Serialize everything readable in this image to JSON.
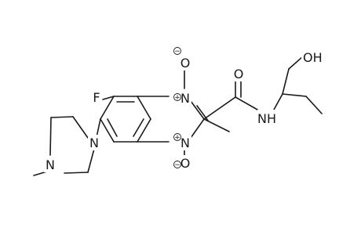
{
  "molecule": {
    "atoms": {
      "F": "F",
      "N1": "N",
      "N4": "N",
      "O_top": "O",
      "O_bot": "O",
      "O_amide": "O",
      "N_amide": "N",
      "H_amide": "H",
      "OH": "OH",
      "N_pip_a": "N",
      "N_pip_b": "N"
    },
    "charges": {
      "N1_plus": "+",
      "N4_plus": "+",
      "O_top_minus": "−",
      "O_bot_minus": "−"
    }
  }
}
